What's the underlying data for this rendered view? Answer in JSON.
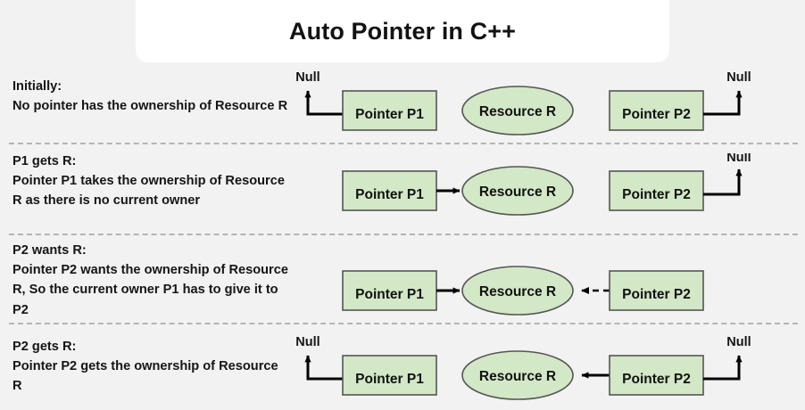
{
  "title": "Auto Pointer in C++",
  "labels": {
    "pointer_p1": "Pointer P1",
    "pointer_p2": "Pointer P2",
    "resource_r": "Resource R",
    "null": "Null"
  },
  "colors": {
    "background": "#f2f2f2",
    "panel": "#ffffff",
    "node_fill": "#d3e8c6",
    "node_stroke": "#555555",
    "arrow": "#000000",
    "divider": "#b4b4b4",
    "text": "#151515"
  },
  "rows": [
    {
      "id": "initially",
      "heading": "Initially:",
      "body": "No pointer has the ownership of Resource R",
      "p1_state": "null",
      "p2_state": "null",
      "p1_null_label": "Null",
      "p2_null_label": "Null"
    },
    {
      "id": "p1-gets-r",
      "heading": "P1 gets R:",
      "body": "Pointer P1 takes the ownership of Resource R as there is no current owner",
      "p1_state": "owns",
      "p2_state": "null",
      "p1_null_label": "",
      "p2_null_label": "Null"
    },
    {
      "id": "p2-wants-r",
      "heading": "P2 wants R:",
      "body": "Pointer P2 wants the ownership of Resource R, So the current owner P1 has to give it to P2",
      "p1_state": "owns",
      "p2_state": "wants",
      "p1_null_label": "",
      "p2_null_label": ""
    },
    {
      "id": "p2-gets-r",
      "heading": "P2 gets R:",
      "body": "Pointer P2 gets the ownership of Resource R",
      "p1_state": "null",
      "p2_state": "owns",
      "p1_null_label": "Null",
      "p2_null_label": "Null"
    }
  ]
}
